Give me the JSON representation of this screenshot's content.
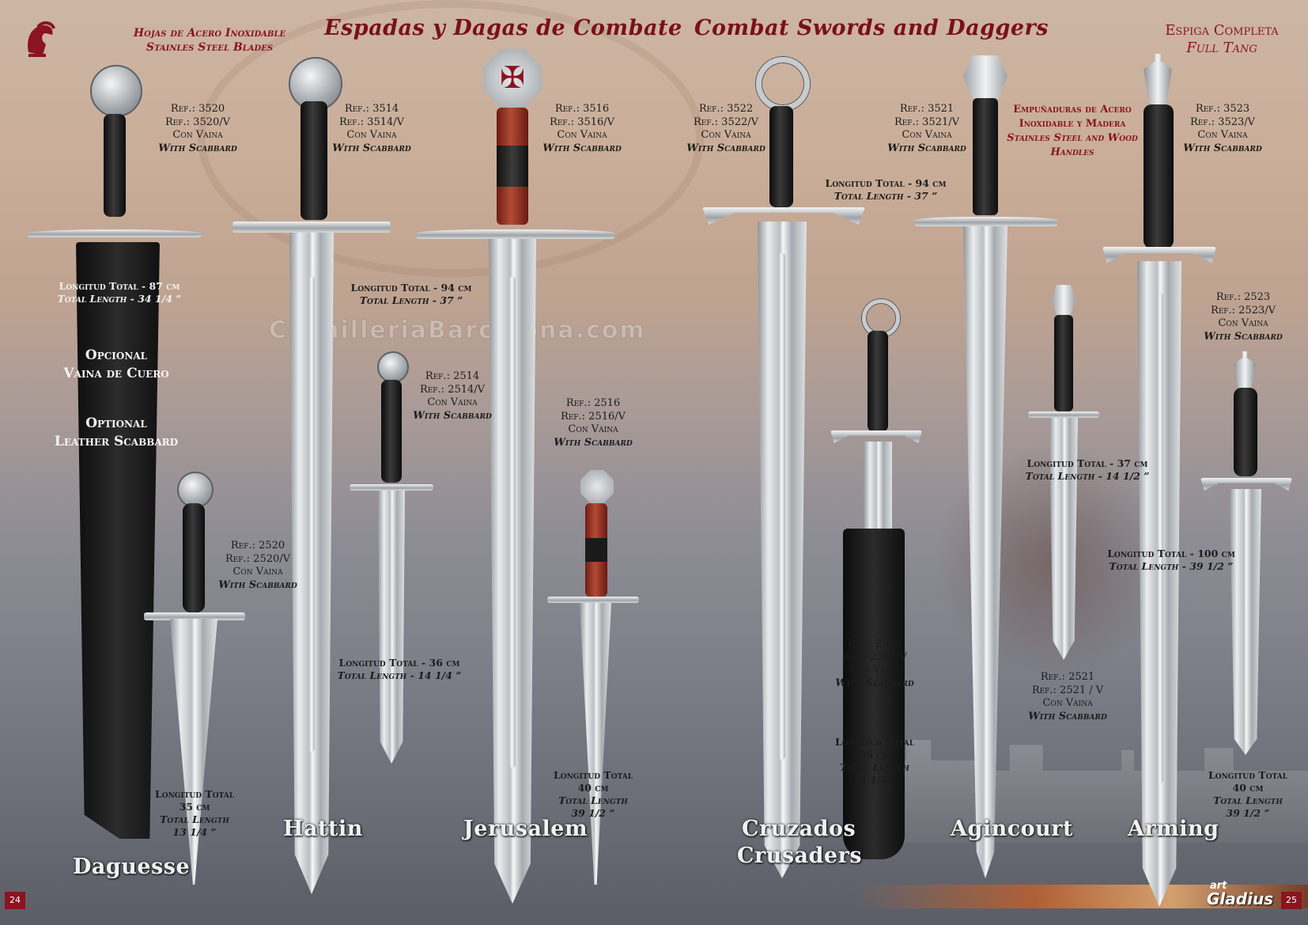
{
  "header": {
    "blades_es": "Hojas de Acero Inoxidable",
    "blades_en": "Stainles Steel Blades",
    "title_es": "Espadas y Dagas de Combate",
    "title_en": "Combat Swords and Daggers",
    "tang_es": "Espiga Completa",
    "tang_en": "Full Tang"
  },
  "watermark": "CuchilleriaBarcelona.com",
  "handles_note": [
    "Empuñaduras de Acero",
    "Inoxidable y Madera",
    "Stainles Steel and Wood",
    "Handles"
  ],
  "scabbard_note": {
    "es": [
      "Opcional",
      "Vaina de Cuero"
    ],
    "en": [
      "Optional",
      "Leather Scabbard"
    ]
  },
  "refs": {
    "r3520": [
      "Ref.: 3520",
      "Ref.: 3520/V",
      "Con Vaina",
      "With Scabbard"
    ],
    "r3514": [
      "Ref.: 3514",
      "Ref.: 3514/V",
      "Con Vaina",
      "With Scabbard"
    ],
    "r3516": [
      "Ref.: 3516",
      "Ref.: 3516/V",
      "Con Vaina",
      "With Scabbard"
    ],
    "r3522": [
      "Ref.: 3522",
      "Ref.: 3522/V",
      "Con Vaina",
      "With Scabbard"
    ],
    "r3521": [
      "Ref.: 3521",
      "Ref.: 3521/V",
      "Con Vaina",
      "With Scabbard"
    ],
    "r3523": [
      "Ref.: 3523",
      "Ref.: 3523/V",
      "Con Vaina",
      "With Scabbard"
    ],
    "r2514": [
      "Ref.: 2514",
      "Ref.: 2514/V",
      "Con Vaina",
      "With Scabbard"
    ],
    "r2516": [
      "Ref.: 2516",
      "Ref.: 2516/V",
      "Con Vaina",
      "With Scabbard"
    ],
    "r2520": [
      "Ref.: 2520",
      "Ref.: 2520/V",
      "Con Vaina",
      "With Scabbard"
    ],
    "r2522": [
      "Ref.: 2522",
      "Ref.: 2522/V",
      "Con Vaina",
      "With Scabbard"
    ],
    "r2521": [
      "Ref.: 2521",
      "Ref.: 2521 / V",
      "Con Vaina",
      "With Scabbard"
    ],
    "r2523": [
      "Ref.: 2523",
      "Ref.: 2523/V",
      "Con Vaina",
      "With Scabbard"
    ]
  },
  "lengths": {
    "l3520": [
      "Longitud Total - 87 cm",
      "Total Length - 34 1/4 ”"
    ],
    "l3514": [
      "Longitud Total - 94 cm",
      "Total Length - 37 ”"
    ],
    "l3522": [
      "Longitud Total - 94 cm",
      "Total Length - 37 ”"
    ],
    "l2514": [
      "Longitud Total - 36 cm",
      "Total Length - 14 1/4 ”"
    ],
    "l2521": [
      "Longitud Total - 37 cm",
      "Total Length - 14 1/2 ”"
    ],
    "l3523": [
      "Longitud Total - 100 cm",
      "Total Length - 39 1/2 ”"
    ],
    "l2520": [
      "Longitud Total",
      "35 cm",
      "Total Length",
      "13 1/4 ”"
    ],
    "l2516": [
      "Longitud Total",
      "40 cm",
      "Total Length",
      "39 1/2 ”"
    ],
    "l2522": [
      "Longitud Total",
      "36 cm",
      "Total Length",
      "14 1/4 ”"
    ],
    "l2523": [
      "Longitud Total",
      "40 cm",
      "Total Length",
      "39 1/2 ”"
    ]
  },
  "names": {
    "daguesse": "Daguesse",
    "hattin": "Hattin",
    "jerusalem": "Jerusalem",
    "cruzados": "Cruzados",
    "crusaders": "Crusaders",
    "agincourt": "Agincourt",
    "arming": "Arming"
  },
  "footer": {
    "page_left": "24",
    "page_right": "25",
    "brand_small": "art",
    "brand": "Gladius"
  },
  "colors": {
    "title": "#7a1018",
    "accent": "#8a1420",
    "page_badge": "#8a1420"
  }
}
